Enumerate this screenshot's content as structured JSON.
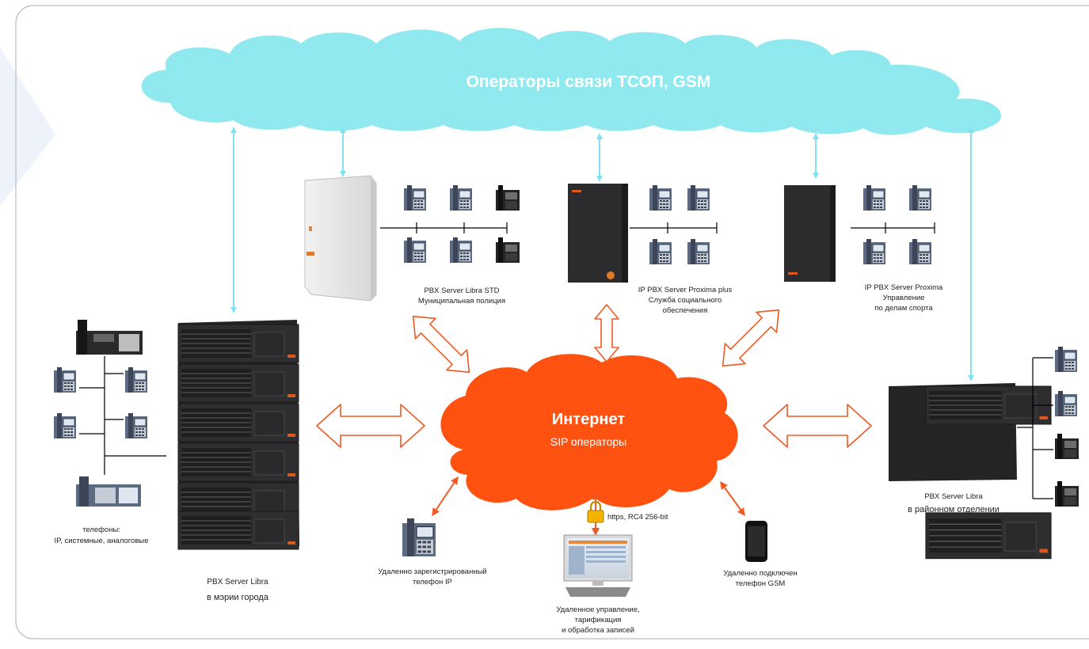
{
  "cloud_top": {
    "title": "Операторы связи ТСОП, GSM"
  },
  "cloud_internet": {
    "title": "Интернет",
    "subtitle": "SIP операторы"
  },
  "security": {
    "label": "https, RC4 256-bit"
  },
  "nodes": {
    "mayor": {
      "line1": "PBX Server Libra",
      "line2": "в мэрии города"
    },
    "phones_left": {
      "line1": "телефоны:",
      "line2": "IP, системные, аналоговые"
    },
    "libra_std": {
      "line1": "PBX Server Libra STD",
      "line2": "Муниципальная полиция"
    },
    "proxima_plus": {
      "line1": "IP PBX Server Proxima plus",
      "line2": "Служба социального",
      "line3": "обеспечения"
    },
    "proxima": {
      "line1": "IP PBX Server Proxima",
      "line2": "Управление",
      "line3": "по делам спорта"
    },
    "district": {
      "line1": "PBX Server Libra",
      "line2": "в районном отделении"
    },
    "remote_ip": {
      "line1": "Удаленно зарегистрированный",
      "line2": "телефон IP"
    },
    "remote_mgmt": {
      "line1": "Удаленное управление,",
      "line2": "тарификация",
      "line3": "и обработка записей"
    },
    "remote_gsm": {
      "line1": "Удаленно подключен",
      "line2": "телефон GSM"
    }
  },
  "colors": {
    "cloud_top": "#8fe9ef",
    "cloud_internet": "#ff5211",
    "arrow_cyan": "#7fe2ee",
    "arrow_orange": "#ef5a24",
    "frame": "#b8bdc7"
  }
}
